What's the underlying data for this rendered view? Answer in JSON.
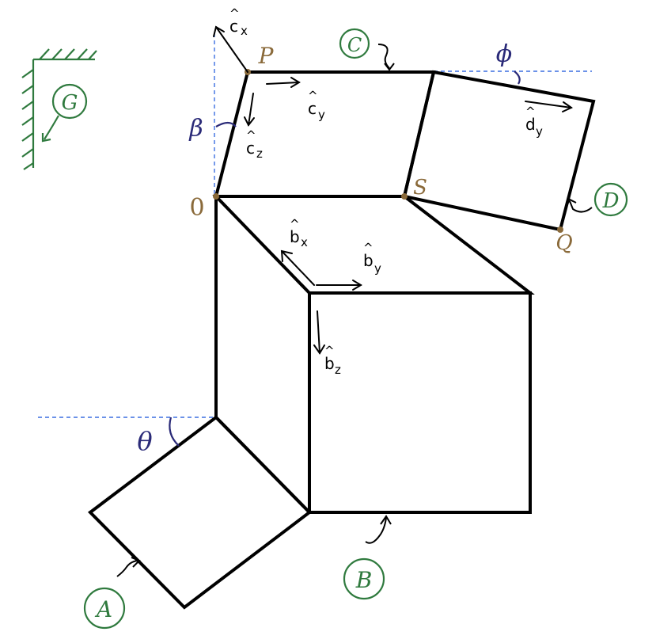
{
  "points": {
    "P": "P",
    "S": "S",
    "Q": "Q",
    "O": "0"
  },
  "bodies": {
    "A": "A",
    "B": "B",
    "C": "C",
    "D": "D",
    "G": "G"
  },
  "angles": {
    "beta": "β",
    "phi": "ϕ",
    "theta": "θ"
  },
  "vectors": {
    "cx_hat": "^",
    "cx_base": "c",
    "cx_sub": "x",
    "cy_hat": "^",
    "cy_base": "c",
    "cy_sub": "y",
    "cz_hat": "^",
    "cz_base": "c",
    "cz_sub": "z",
    "bx_hat": "^",
    "bx_base": "b",
    "bx_sub": "x",
    "by_hat": "^",
    "by_base": "b",
    "by_sub": "y",
    "bz_hat": "^",
    "bz_base": "b",
    "bz_sub": "z",
    "dy_hat": "^",
    "dy_base": "d",
    "dy_sub": "y"
  },
  "colors": {
    "point_label": "#8a6a3a",
    "body_label": "#2f7a3e",
    "angle_label": "#2a2a78",
    "reference_line": "#3b6fe0",
    "edges": "#000000"
  }
}
